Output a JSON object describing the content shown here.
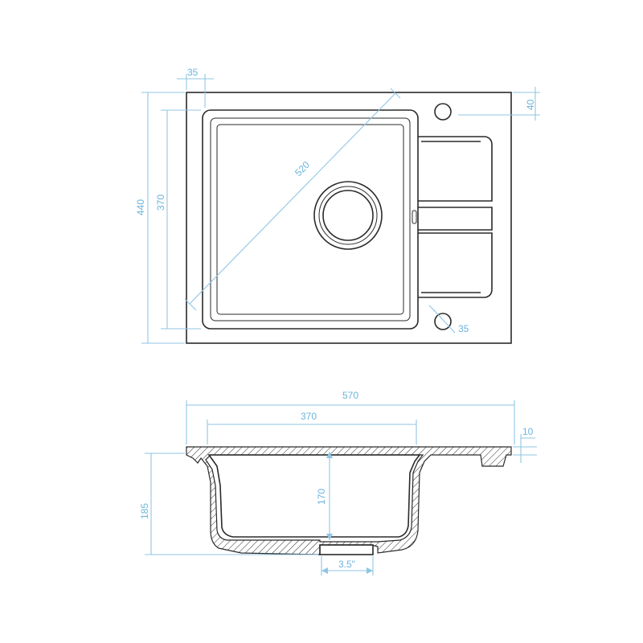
{
  "diagram": {
    "line_color": "#2a2a2a",
    "dimension_color": "#8fc6e4",
    "top_view": {
      "dim_width_drainer": "35",
      "dim_hole_top": "40",
      "dim_diagonal": "520",
      "dim_outer_height": "440",
      "dim_bowl_height": "370",
      "dim_hole_diameter": "35"
    },
    "side_view": {
      "dim_total_width": "570",
      "dim_bowl_width": "370",
      "dim_rim_thickness": "10",
      "dim_total_depth": "185",
      "dim_bowl_depth": "170",
      "dim_drain_size": "3.5\""
    }
  }
}
